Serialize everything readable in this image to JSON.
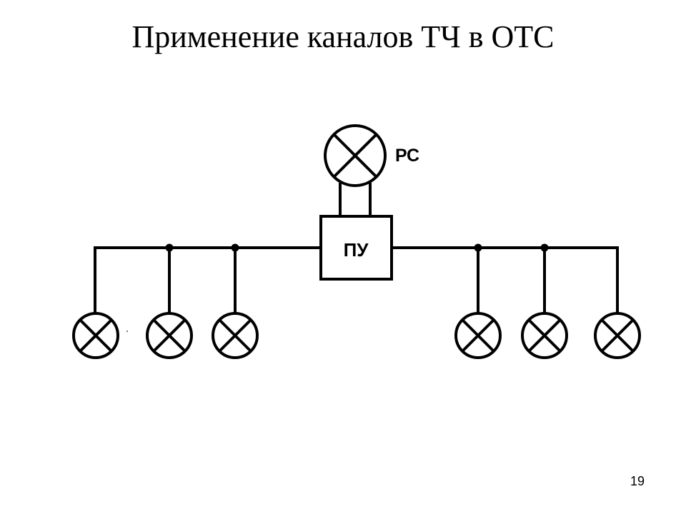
{
  "slide": {
    "title": "Применение каналов ТЧ в ОТС",
    "page_number": "19"
  },
  "diagram": {
    "control_unit_label": "ПУ",
    "station_label": "РС",
    "left_terminals": 3,
    "right_terminals": 3
  }
}
